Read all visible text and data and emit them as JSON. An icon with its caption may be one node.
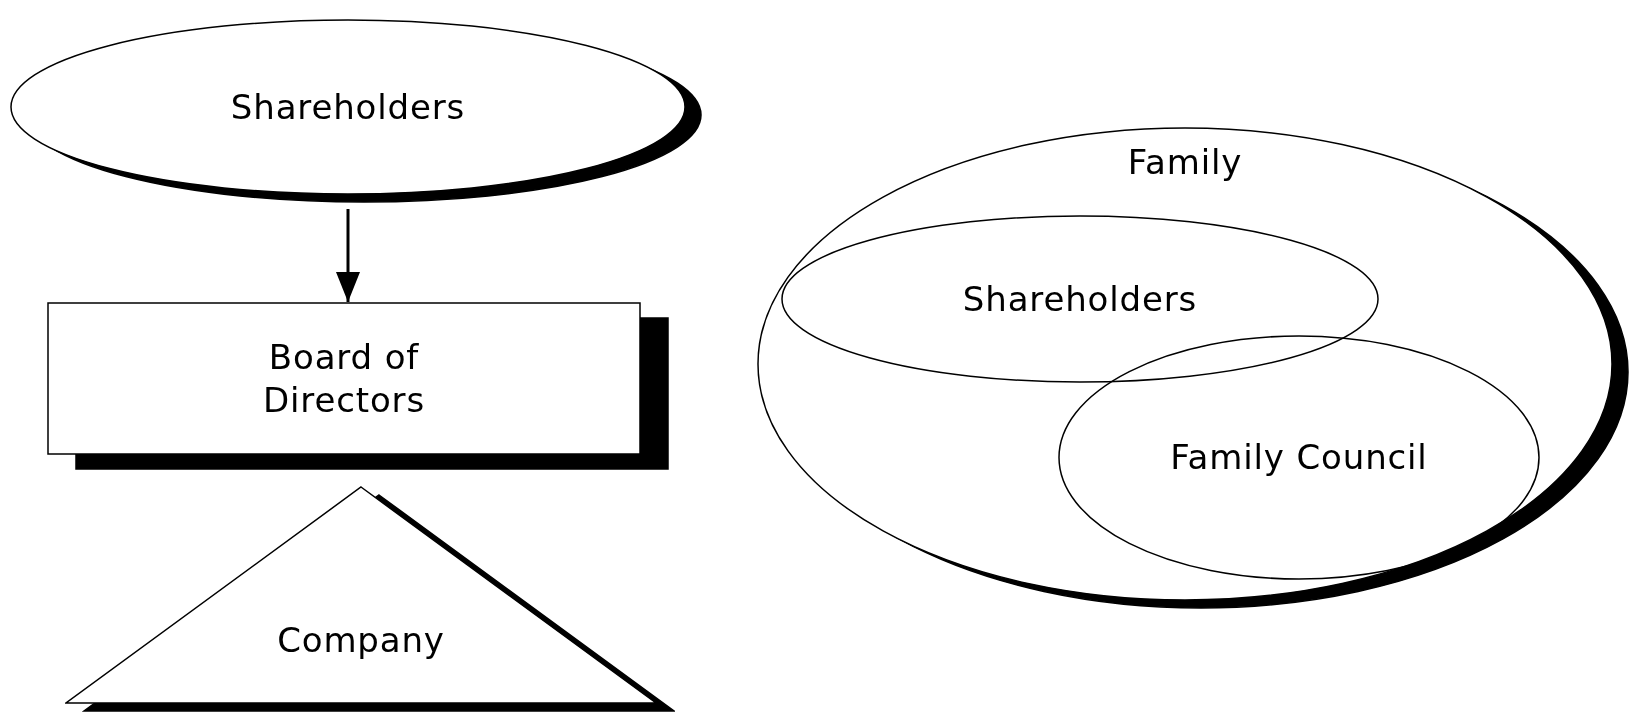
{
  "diagram": {
    "nodes": [
      {
        "text": [
          "Shareholders"
        ]
      },
      {
        "text": [
          "Board of Directors"
        ]
      },
      {
        "text": [
          "Company"
        ]
      },
      {
        "text": [
          "Family"
        ]
      },
      {
        "text": [
          "Shareholders"
        ],
        "in": 3
      },
      {
        "text": [
          "Family Council"
        ],
        "in": 3
      }
    ],
    "edges": [
      {
        "from": 0,
        "to": 1,
        "arrow": "to"
      }
    ]
  }
}
